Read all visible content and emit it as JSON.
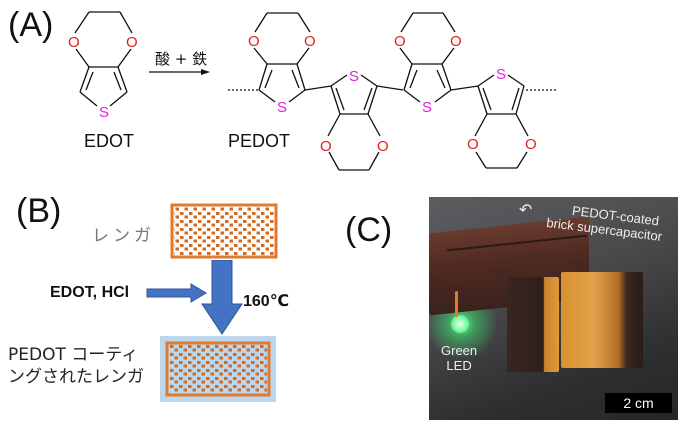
{
  "panels": {
    "a": {
      "label": "(A)",
      "reactant_name": "EDOT",
      "product_name": "PEDOT",
      "reagents": "酸 + 鉄",
      "atoms": {
        "oxygen": "O",
        "sulfur": "S"
      },
      "colors": {
        "oxygen": "#e0201c",
        "sulfur": "#e020e0",
        "bond": "#111111"
      }
    },
    "b": {
      "label": "(B)",
      "brick_label": "レンガ",
      "reagents_label": "EDOT, HCl",
      "temperature_label": "160℃",
      "coated_label_line1": "PEDOT コーティ",
      "coated_label_line2": "ングされたレンガ",
      "colors": {
        "brick": "#e07a2e",
        "coating": "#bcd6ec",
        "arrow": "#4472c4"
      }
    },
    "c": {
      "label": "(C)",
      "photo_caption_line1": "PEDOT-coated",
      "photo_caption_line2": "brick supercapacitor",
      "led_label_line1": "Green",
      "led_label_line2": "LED",
      "scale_bar": "2 cm"
    }
  }
}
